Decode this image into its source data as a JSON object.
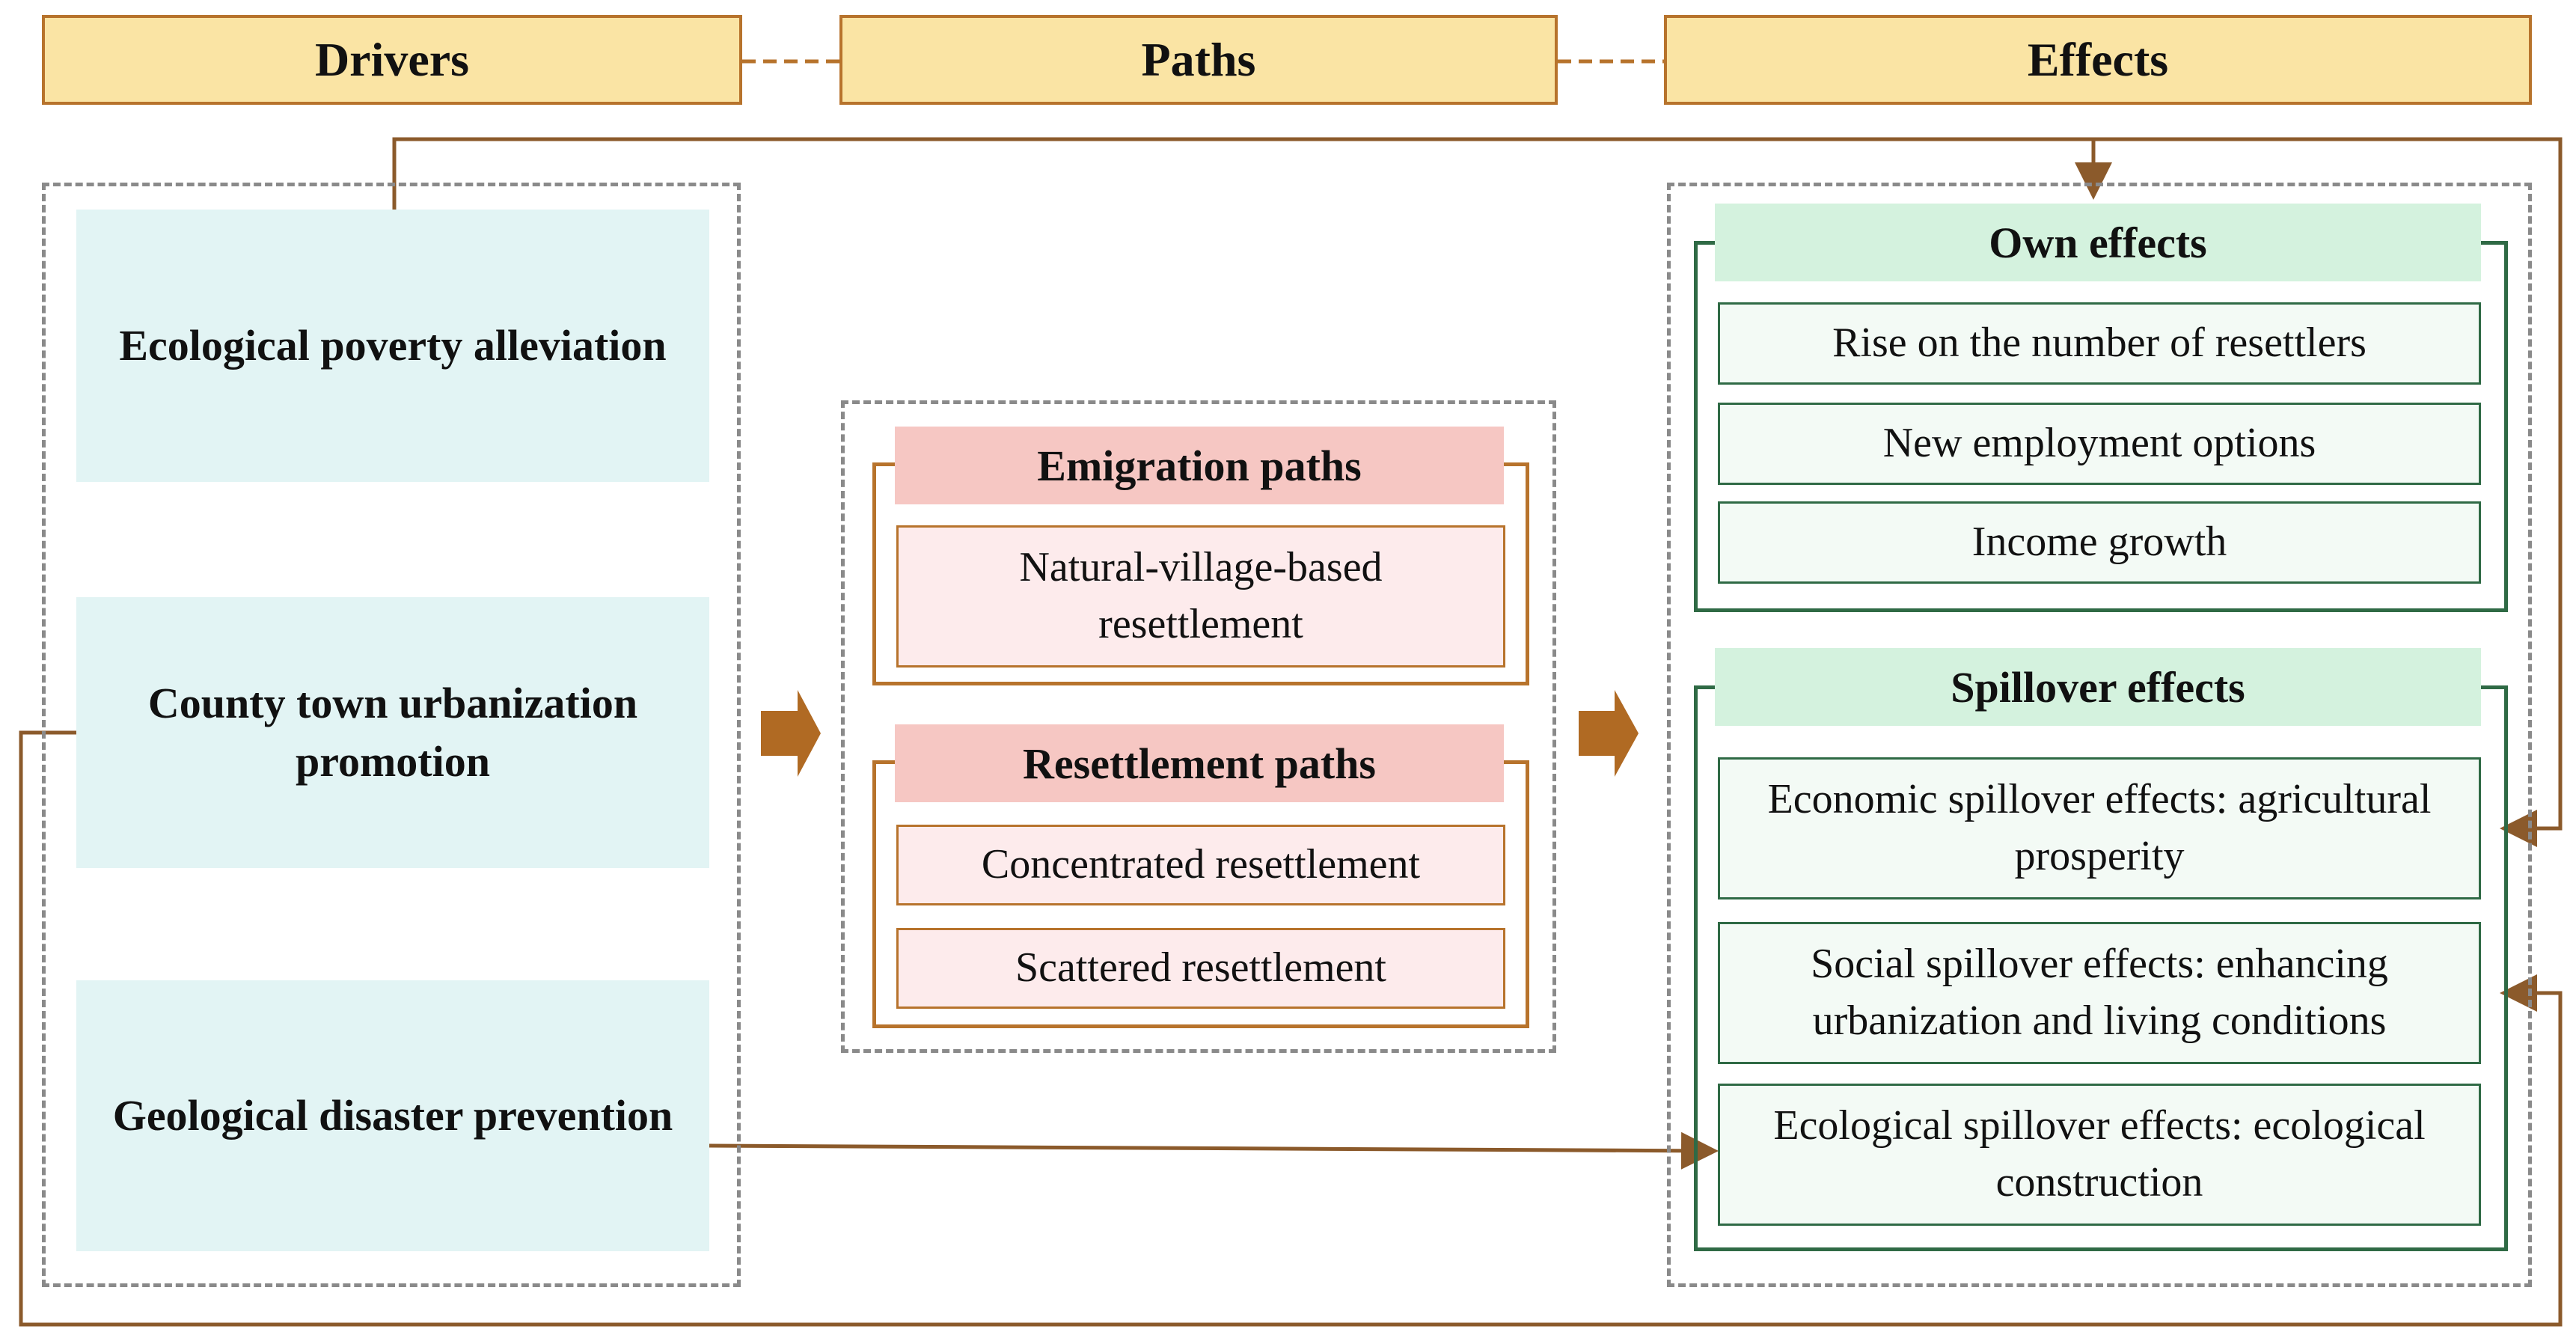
{
  "headers": {
    "drivers": "Drivers",
    "paths": "Paths",
    "effects": "Effects"
  },
  "drivers": [
    {
      "label": "Ecological poverty alleviation"
    },
    {
      "label": "County town urbanization promotion"
    },
    {
      "label": "Geological disaster prevention"
    }
  ],
  "paths": {
    "emigration": {
      "title": "Emigration paths",
      "items": [
        "Natural-village-based resettlement"
      ]
    },
    "resettlement": {
      "title": "Resettlement paths",
      "items": [
        "Concentrated resettlement",
        "Scattered resettlement"
      ]
    }
  },
  "effects": {
    "own": {
      "title": "Own effects",
      "items": [
        "Rise on the number of resettlers",
        "New employment options",
        "Income growth"
      ]
    },
    "spillover": {
      "title": "Spillover effects",
      "items": [
        "Economic spillover effects: agricultural prosperity",
        "Social spillover effects: enhancing urbanization and living conditions",
        "Ecological spillover effects: ecological construction"
      ]
    }
  },
  "colors": {
    "header_fill": "#fae4a4",
    "brown": "#b7732c",
    "driver_fill": "#e2f4f4",
    "pink_title": "#f6c7c3",
    "pink_item": "#fdebec",
    "green_title": "#d4f2de",
    "green_border": "#2f6a45",
    "connector": "#8b5a2b"
  }
}
